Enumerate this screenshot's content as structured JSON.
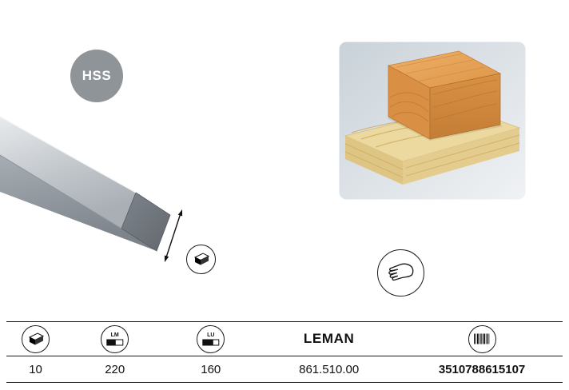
{
  "badge": {
    "label": "HSS"
  },
  "colors": {
    "badge_gray": "#8f9499",
    "steel_light": "#e8ebed",
    "steel_mid": "#9aa1a8",
    "steel_dark": "#62686e",
    "wood_orange": "#d28a3e",
    "wood_pine": "#ecd9a0",
    "photo_bg": "#c9d2d9",
    "rule_black": "#1a1a1a"
  },
  "icons": {
    "thickness": "board-thickness-icon",
    "lm": "lm-length-icon",
    "lu": "lu-length-icon",
    "barcode": "barcode-icon",
    "hand": "hand-planed-wood-icon",
    "dimension": "dimension-arrow"
  },
  "table": {
    "brand": "LEMAN",
    "header": {
      "lm_label": "LM",
      "lu_label": "LU"
    },
    "row": {
      "thickness": "10",
      "lm": "220",
      "lu": "160",
      "reference": "861.510.00",
      "ean": "3510788615107"
    }
  }
}
